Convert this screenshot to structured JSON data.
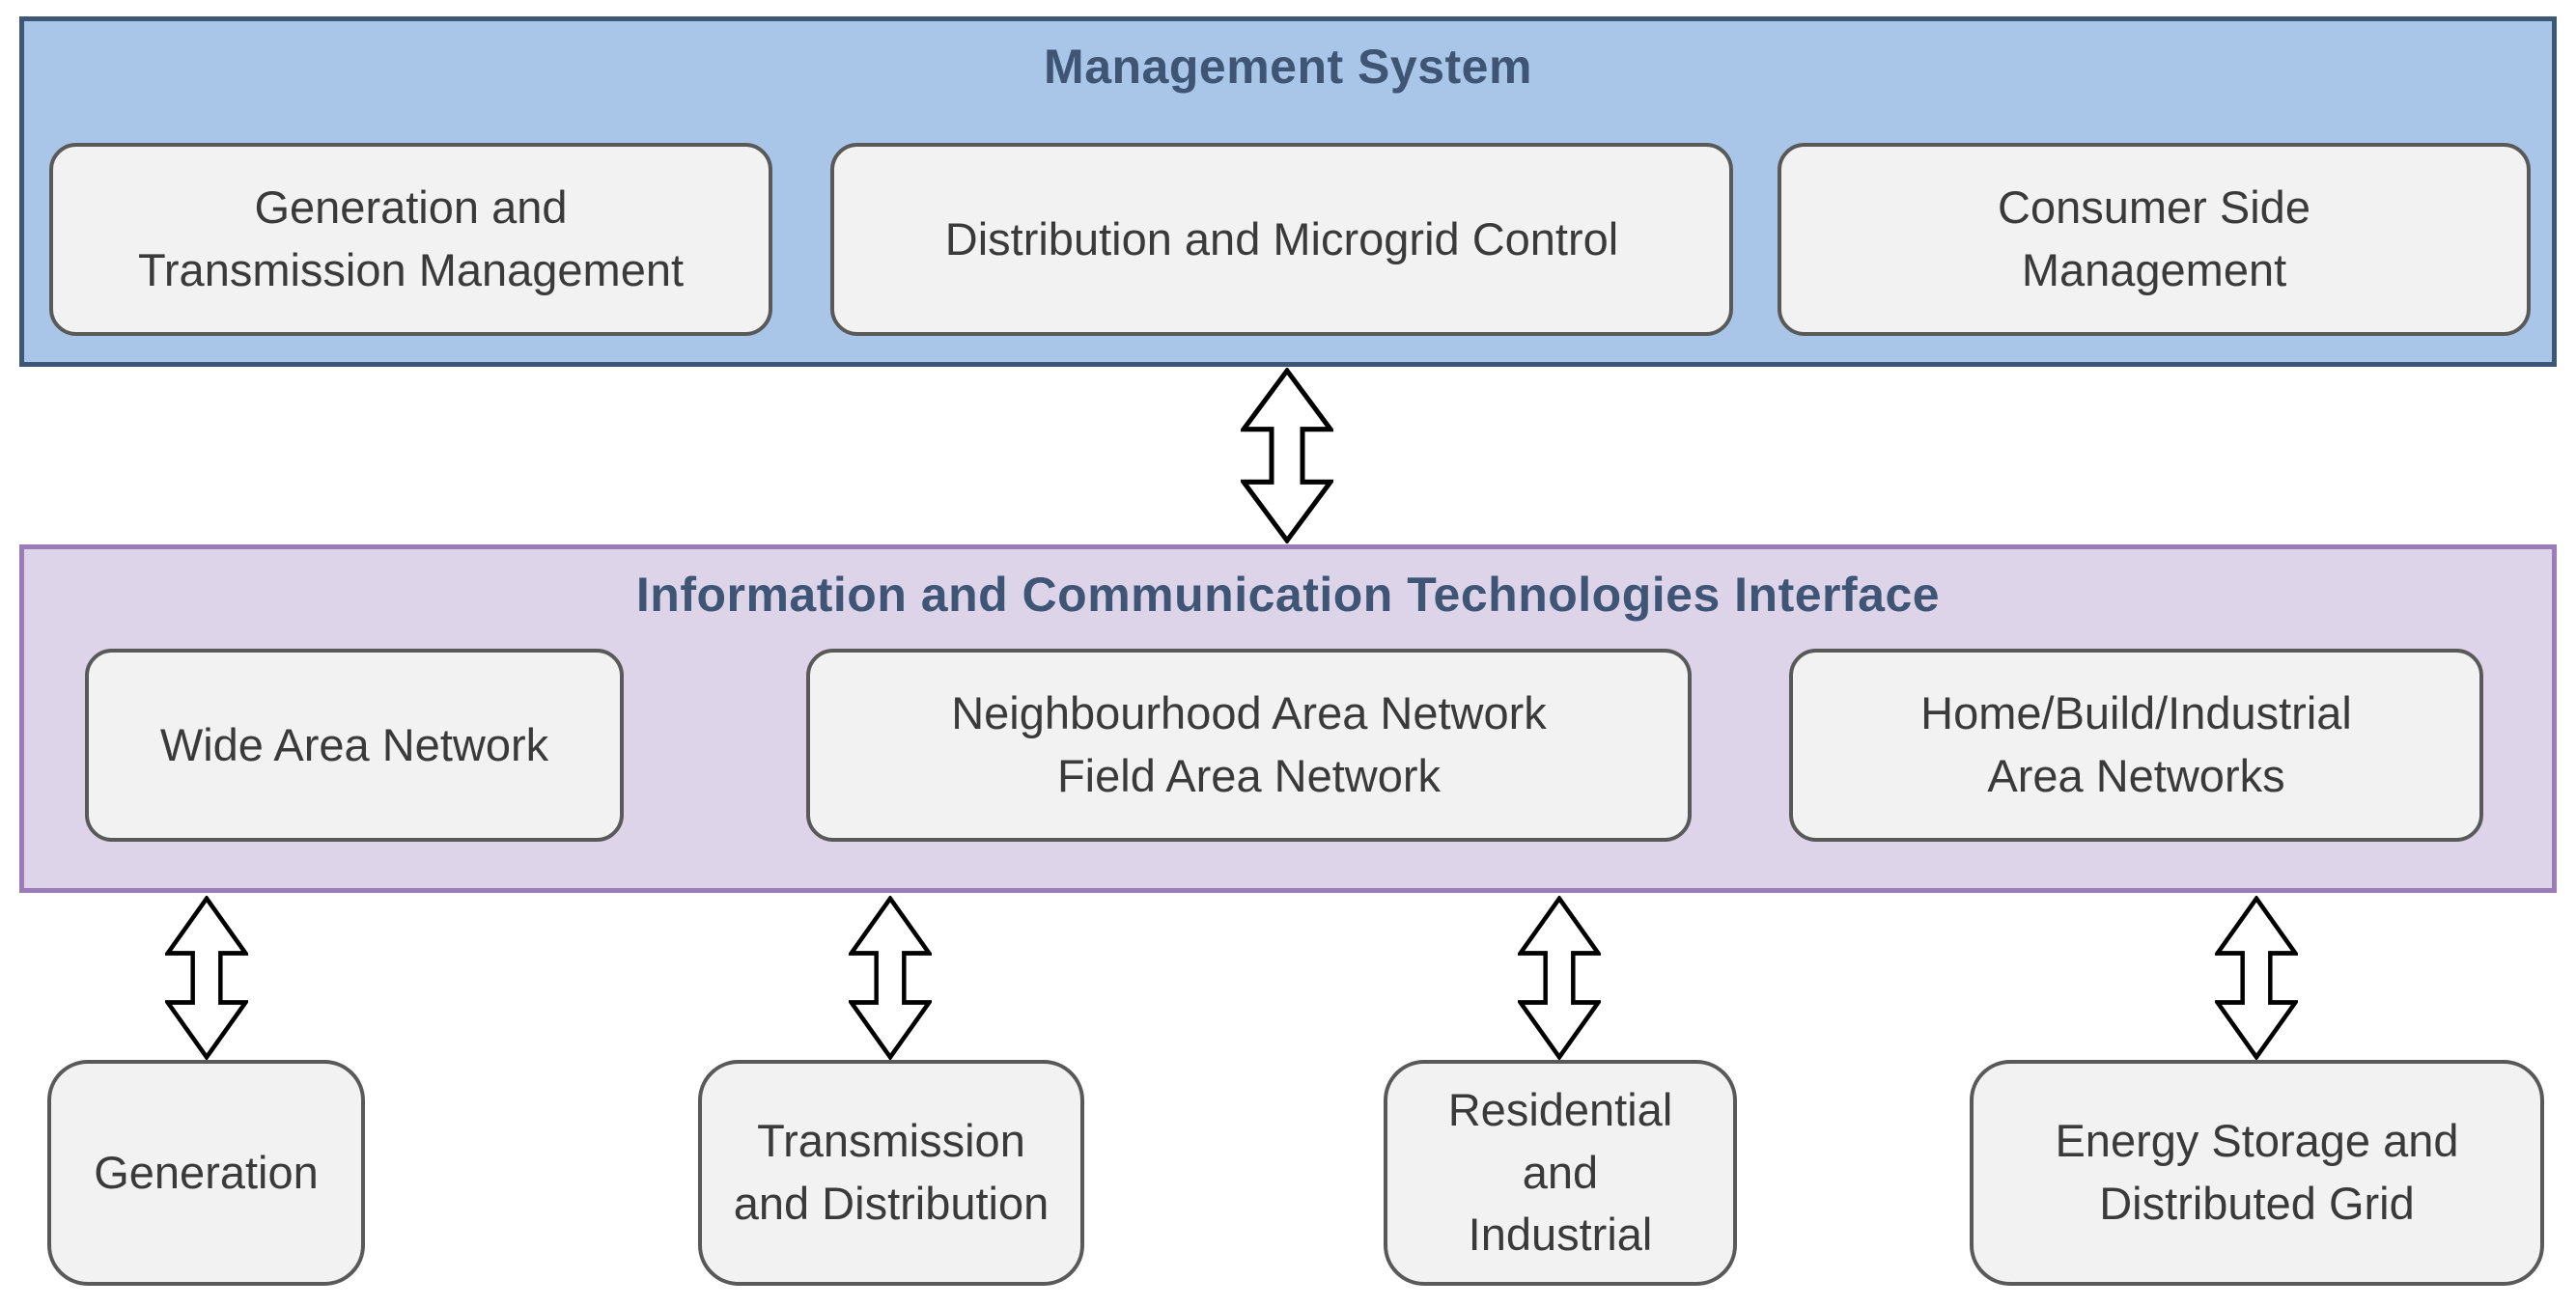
{
  "management_system": {
    "title": "Management System",
    "boxes": [
      {
        "label": "Generation and\nTransmission Management"
      },
      {
        "label": "Distribution and Microgrid Control"
      },
      {
        "label": "Consumer Side\nManagement"
      }
    ]
  },
  "ict_interface": {
    "title": "Information and Communication Technologies Interface",
    "boxes": [
      {
        "label": "Wide Area Network"
      },
      {
        "label": "Neighbourhood Area Network\nField Area Network"
      },
      {
        "label": "Home/Build/Industrial\nArea Networks"
      }
    ]
  },
  "bottom_row": {
    "boxes": [
      {
        "label": "Generation"
      },
      {
        "label": "Transmission\nand Distribution"
      },
      {
        "label": "Residential and\nIndustrial"
      },
      {
        "label": "Energy Storage and\nDistributed Grid"
      }
    ]
  },
  "colors": {
    "management_fill": "#A9C5E8",
    "management_border": "#3F5777",
    "ict_fill": "#DED4E9",
    "ict_border": "#9B7CB9",
    "node_fill": "#F2F2F2",
    "node_border": "#595959",
    "title_text": "#3E5575",
    "node_text": "#3A3A3A",
    "arrow_fill": "#FFFFFF",
    "arrow_stroke": "#000000"
  }
}
